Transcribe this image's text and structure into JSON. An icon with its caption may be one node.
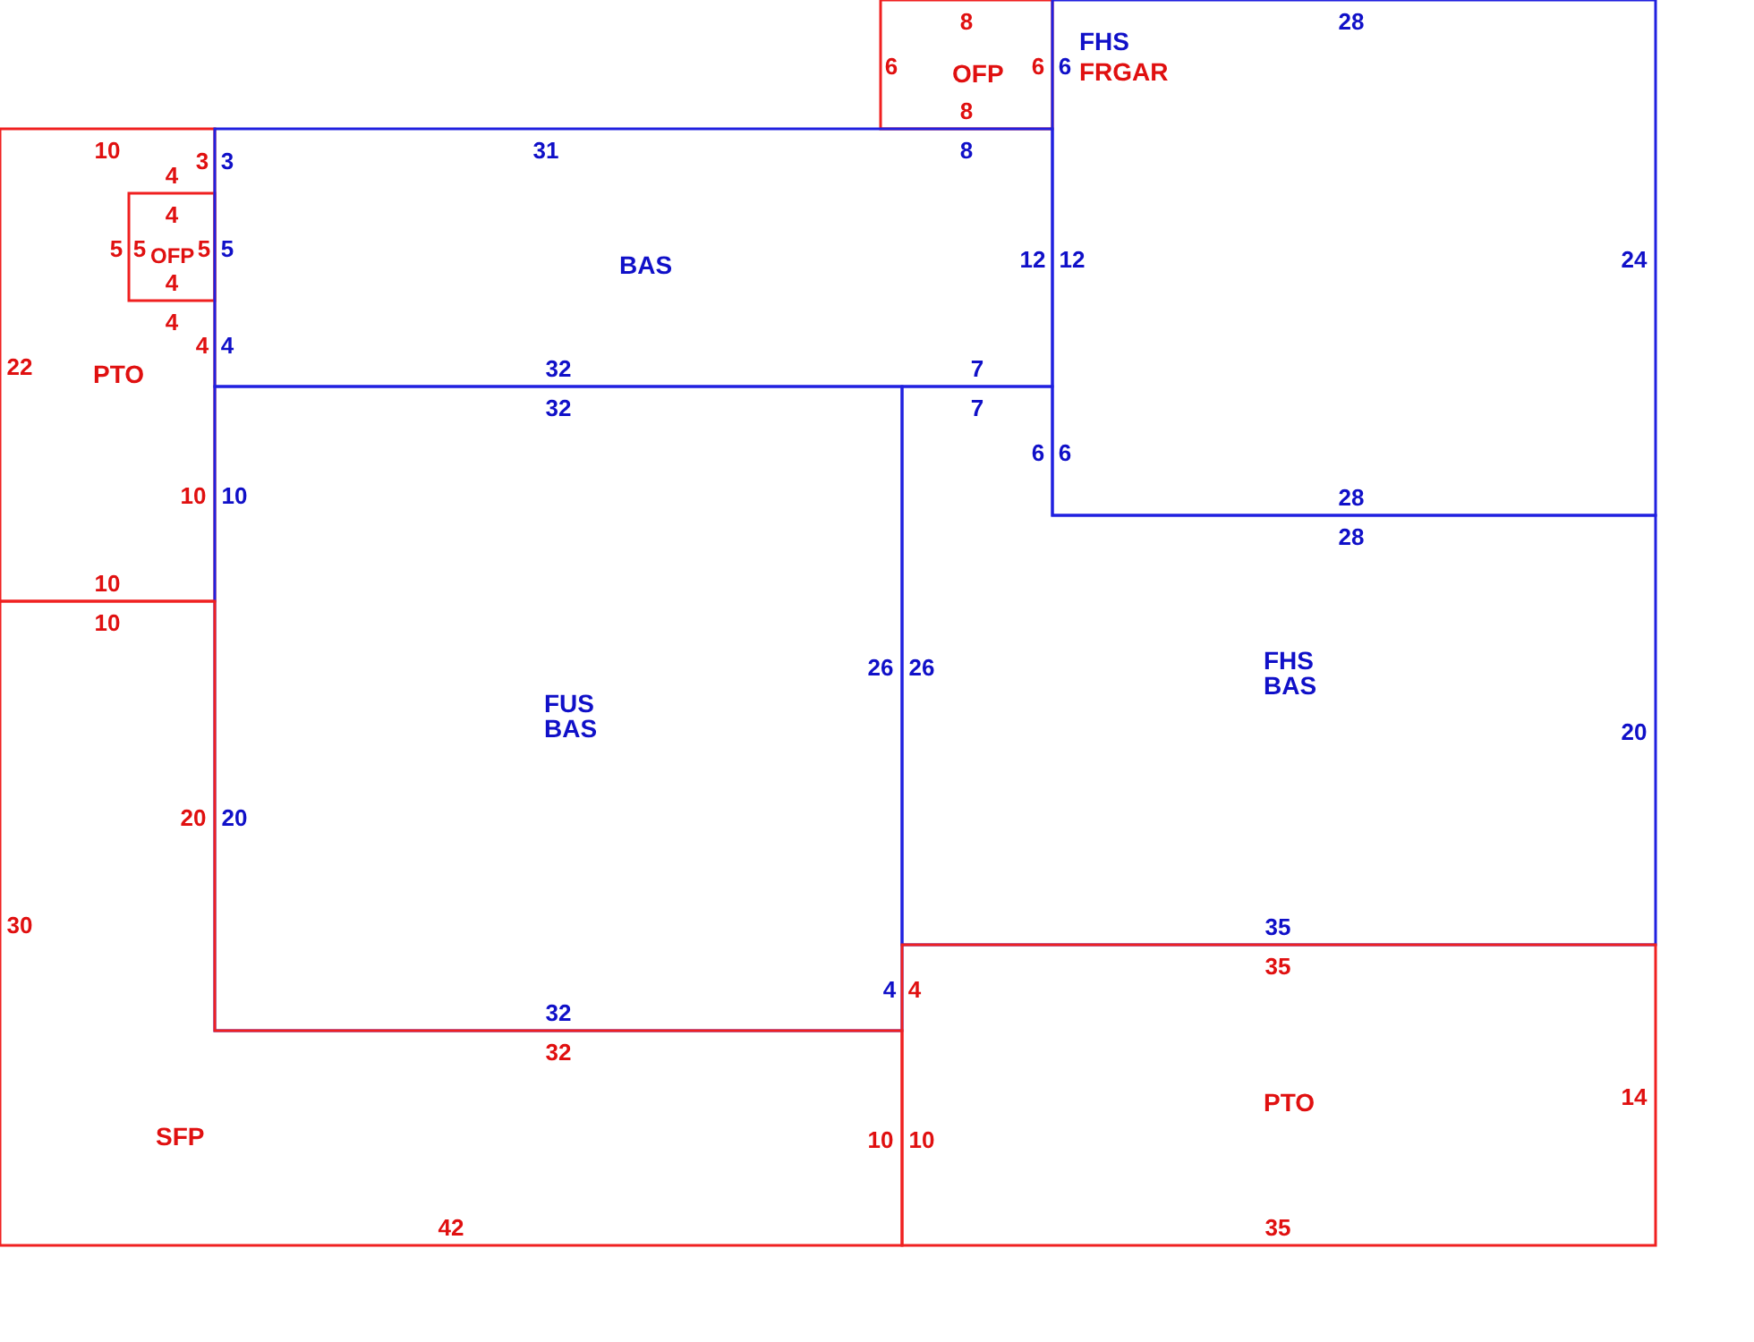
{
  "diagram": {
    "nodes": [
      {
        "text": [
          "OFP"
        ]
      },
      {
        "text": [
          "FHS",
          "FRGAR"
        ]
      },
      {
        "text": [
          "PTO"
        ]
      },
      {
        "text": [
          "OFP"
        ],
        "in": 2
      },
      {
        "text": [
          "BAS"
        ]
      },
      {
        "text": [
          "FUS BAS"
        ]
      },
      {
        "text": [
          "FHS BAS"
        ]
      },
      {
        "text": [
          "SFP"
        ]
      },
      {
        "text": [
          "PTO"
        ]
      }
    ],
    "labels": [
      "8",
      "28",
      "6",
      "6",
      "6",
      "8",
      "10",
      "31",
      "8",
      "3",
      "3",
      "4",
      "4",
      "5",
      "5",
      "5",
      "5",
      "12",
      "12",
      "24",
      "4",
      "4",
      "4",
      "4",
      "22",
      "32",
      "7",
      "32",
      "7",
      "6",
      "6",
      "10",
      "10",
      "28",
      "28",
      "10",
      "10",
      "26",
      "26",
      "20",
      "20",
      "20",
      "30",
      "35",
      "35",
      "4",
      "4",
      "32",
      "32",
      "14",
      "10",
      "10",
      "42",
      "35"
    ]
  }
}
